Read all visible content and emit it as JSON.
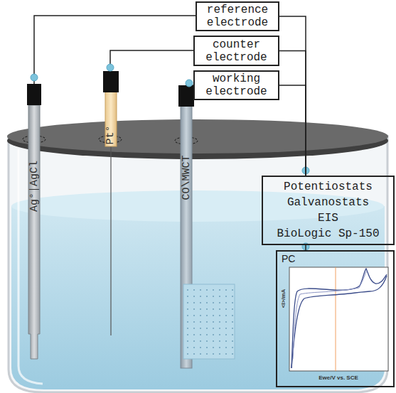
{
  "diagram": {
    "nodes": [
      {
        "text": [
          "reference electrode"
        ]
      },
      {
        "text": [
          "counter electrode"
        ]
      },
      {
        "text": [
          "working electrode"
        ]
      },
      {
        "text": [
          "Potentiostats",
          "Galvanostats",
          "EIS",
          "BioLogic Sp-150"
        ]
      },
      {
        "text": [
          "PC"
        ]
      }
    ],
    "edges": [
      {
        "from": 0,
        "to": 3,
        "arrow": "none"
      },
      {
        "from": 1,
        "to": 3,
        "arrow": "none"
      },
      {
        "from": 2,
        "to": 3,
        "arrow": "none"
      },
      {
        "from": 3,
        "to": 4,
        "arrow": "none"
      }
    ],
    "labels": [
      "Ag°|AgCl",
      "Pt°",
      "CO\\MWCT",
      "<I>/mA",
      "Ewe/V vs. SCE"
    ]
  }
}
